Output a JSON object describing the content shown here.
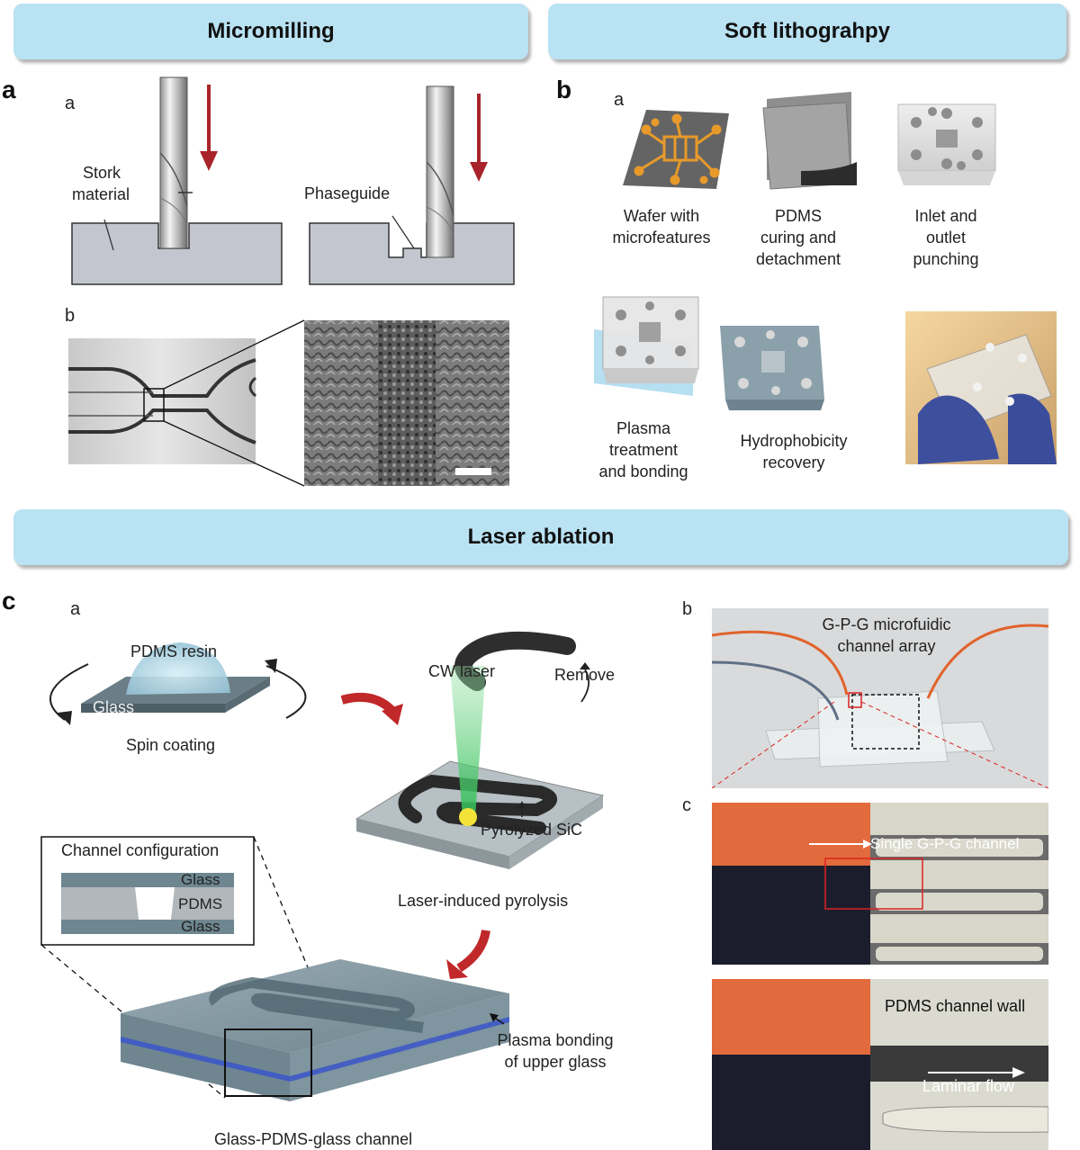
{
  "banners": {
    "micromilling": "Micromilling",
    "soft_lithography": "Soft lithograhpy",
    "laser_ablation": "Laser ablation"
  },
  "panel_a": {
    "label": "a",
    "sub_a": "a",
    "sub_b": "b",
    "stork_line1": "Stork",
    "stork_line2": "material",
    "phaseguide": "Phaseguide"
  },
  "panel_b": {
    "label": "b",
    "sub_a": "a",
    "steps": [
      {
        "lines": [
          "Wafer with",
          "microfeatures"
        ]
      },
      {
        "lines": [
          "PDMS",
          "curing and",
          "detachment"
        ]
      },
      {
        "lines": [
          "Inlet and",
          "outlet",
          "punching"
        ]
      },
      {
        "lines": [
          "Plasma",
          "treatment",
          "and bonding"
        ]
      },
      {
        "lines": [
          "Hydrophobicity",
          "recovery"
        ]
      }
    ]
  },
  "panel_c": {
    "label": "c",
    "sub_a": "a",
    "sub_b": "b",
    "sub_c": "c",
    "pdms_resin": "PDMS resin",
    "glass": "Glass",
    "spin_coating": "Spin coating",
    "cw_laser": "CW laser",
    "remove": "Remove",
    "pyrolyzed": "Pyrolyzed SiC",
    "laser_pyrolysis": "Laser-induced pyrolysis",
    "channel_config": "Channel configuration",
    "layer_glass_top": "Glass",
    "layer_pdms": "PDMS",
    "layer_glass_bottom": "Glass",
    "plasma_line1": "Plasma bonding",
    "plasma_line2": "of upper glass",
    "gpg_channel": "Glass-PDMS-glass channel",
    "array_line1": "G-P-G microfuidic",
    "array_line2": "channel array",
    "single_channel": "Single G-P-G channel",
    "wall": "PDMS channel wall",
    "laminar": "Laminar flow"
  },
  "colors": {
    "banner": "#b9e2f3",
    "arrow_red": "#c0282a",
    "gold": "#e79a2a",
    "glass": "#7b93a0",
    "laser_green": "#3fbf5c"
  }
}
